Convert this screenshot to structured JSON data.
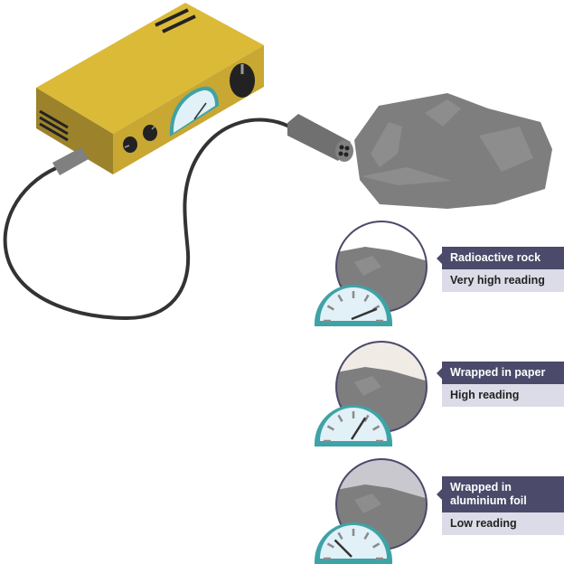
{
  "diagram": {
    "title": "Detecting radiation from a radioactive rock with a Geiger-Muller counter",
    "components": {
      "counter": "geiger-counter",
      "probe": "geiger-muller-tube-probe",
      "sample": "radioactive-rock"
    },
    "colors": {
      "counter_top": "#dbba38",
      "counter_front": "#c9a733",
      "counter_side": "#9c822a",
      "dial_rim": "#3ea3a6",
      "dial_face": "#e2f0f7",
      "rock": "#7e7e7e",
      "rock_highlight": "#8d8d8d",
      "cable": "#333333",
      "label_title_bg": "#4b4a6a",
      "label_reading_bg": "#dcdce8",
      "paper_wrap": "#f1ebe6",
      "foil_wrap": "#c8c8ce"
    },
    "scenarios": [
      {
        "title": "Radioactive rock",
        "reading": "Very high reading",
        "wrap": "none",
        "needle_level": 0.85
      },
      {
        "title": "Wrapped in paper",
        "reading": "High reading",
        "wrap": "paper",
        "needle_level": 0.65
      },
      {
        "title": "Wrapped in aluminium foil",
        "title_lines": [
          "Wrapped in",
          "aluminium foil"
        ],
        "reading": "Low reading",
        "wrap": "foil",
        "needle_level": 0.25
      }
    ],
    "main_dial_level": 0.7
  }
}
